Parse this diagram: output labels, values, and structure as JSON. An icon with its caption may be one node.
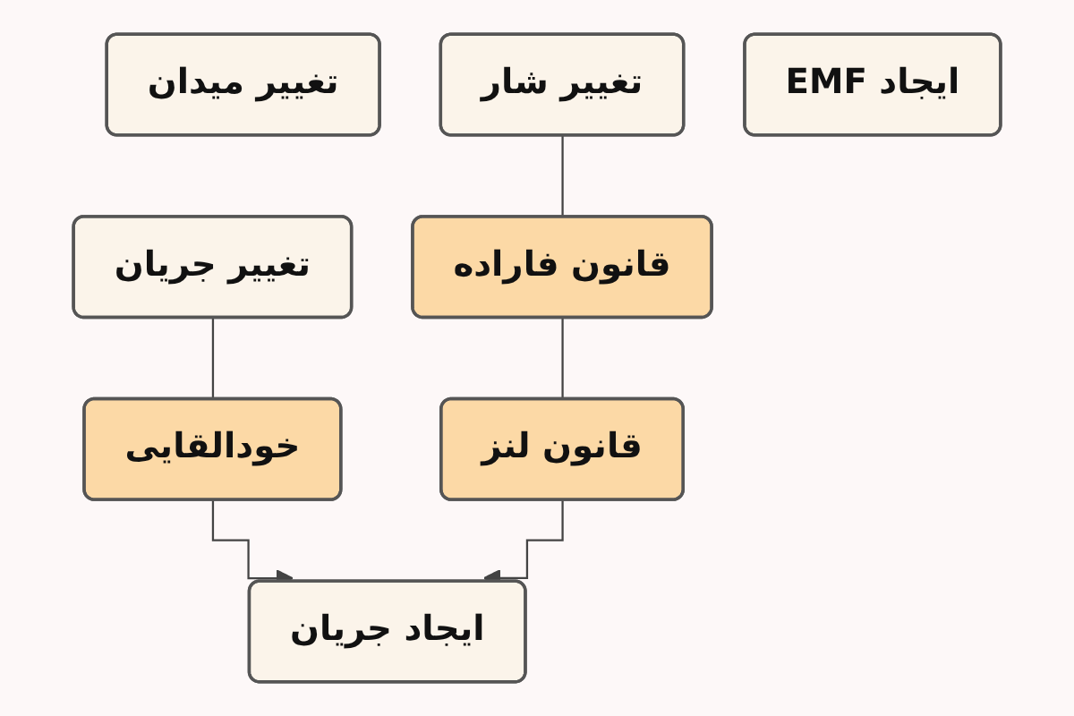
{
  "diagram": {
    "nodes": [
      {
        "text": [
          "تغییر جریان"
        ]
      },
      {
        "text": [
          "تغییر میدان"
        ]
      },
      {
        "text": [
          "تغییر شار"
        ]
      },
      {
        "text": [
          "ایجاد EMF"
        ]
      },
      {
        "text": [
          "ایجاد جریان"
        ]
      },
      {
        "text": [
          "خودالقایی"
        ]
      },
      {
        "text": [
          "قانون فاراده"
        ]
      },
      {
        "text": [
          "قانون لنز"
        ]
      }
    ],
    "edges": [
      {
        "from": 0,
        "to": 5,
        "arrow": "none"
      },
      {
        "from": 5,
        "to": 4,
        "arrow": "to"
      },
      {
        "from": 2,
        "to": 6,
        "arrow": "none"
      },
      {
        "from": 6,
        "to": 7,
        "arrow": "none"
      },
      {
        "from": 7,
        "to": 4,
        "arrow": "to"
      }
    ]
  }
}
